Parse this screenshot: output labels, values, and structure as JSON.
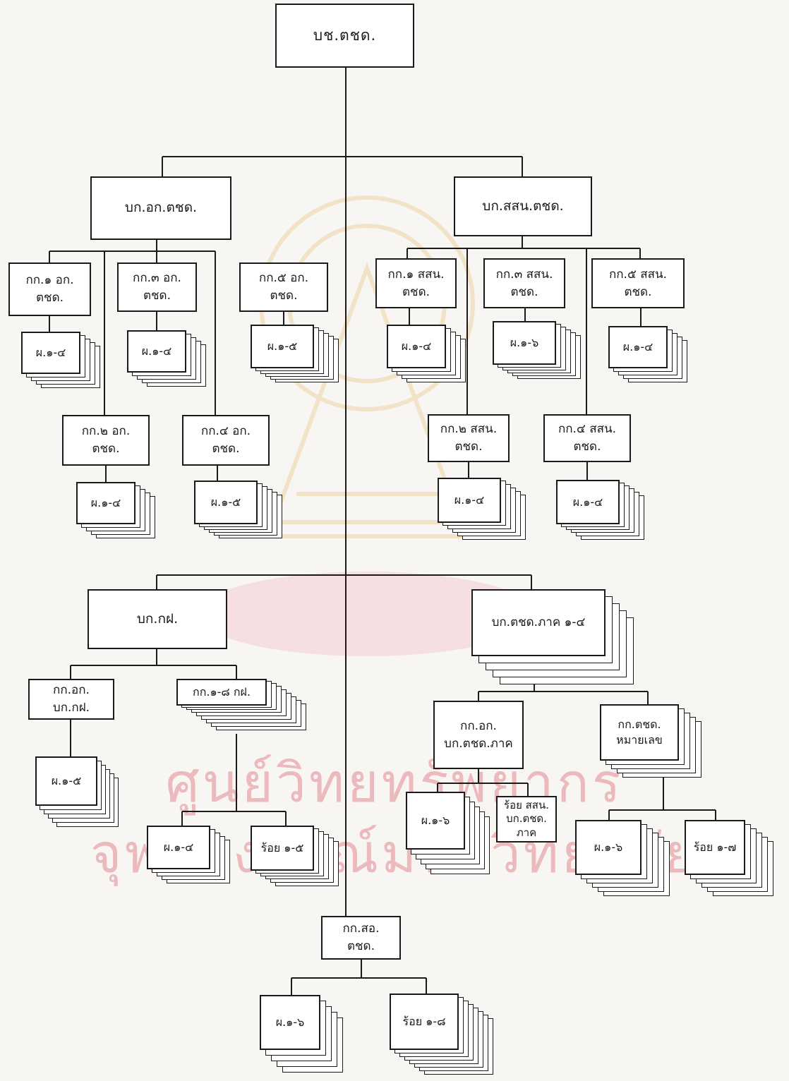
{
  "watermark": {
    "line1": "ศูนย์วิทยทรัพยากร",
    "line2": "จุฬาลงกรณ์มหาวิทยาลัย",
    "color": "#ecb9bd",
    "emblem_color": "#f2e3c8"
  },
  "units": [
    {
      "id": "root",
      "label": "บช.ตชด."
    },
    {
      "id": "bk_ok",
      "label": "บก.อก.ตชด."
    },
    {
      "id": "bk_ssn",
      "label": "บก.สสน.ตชด."
    },
    {
      "id": "kk1_ok",
      "label": "กก.๑ อก.\nตชด."
    },
    {
      "id": "kk3_ok",
      "label": "กก.๓ อก.\nตชด."
    },
    {
      "id": "kk5_ok",
      "label": "กก.๕ อก.\nตชด."
    },
    {
      "id": "kk2_ok",
      "label": "กก.๒ อก.\nตชด."
    },
    {
      "id": "kk4_ok",
      "label": "กก.๔ อก.\nตชด."
    },
    {
      "id": "kk1_ssn",
      "label": "กก.๑ สสน.\nตชด."
    },
    {
      "id": "kk3_ssn",
      "label": "กก.๓ สสน.\nตชด."
    },
    {
      "id": "kk5_ssn",
      "label": "กก.๕ สสน.\nตชด."
    },
    {
      "id": "kk2_ssn",
      "label": "กก.๒ สสน.\nตชด."
    },
    {
      "id": "kk4_ssn",
      "label": "กก.๔ สสน.\nตชด."
    },
    {
      "id": "bk_kf",
      "label": "บก.กฝ."
    },
    {
      "id": "kk_ok_kf",
      "label": "กก.อก.\nบก.กฝ."
    },
    {
      "id": "bk_region",
      "label": "บก.ตชด.ภาค ๑-๔"
    },
    {
      "id": "kk_ok_region",
      "label": "กก.อก.\nบก.ตชด.ภาค"
    },
    {
      "id": "kk_tcd_unit",
      "label": "กก.ตชด.\nหมายเลข"
    },
    {
      "id": "kk_so",
      "label": "กก.สอ.\nตชด."
    }
  ],
  "stacks": [
    {
      "id": "s_kk1_ok",
      "label": "ผ.๑-๔"
    },
    {
      "id": "s_kk3_ok",
      "label": "ผ.๑-๔"
    },
    {
      "id": "s_kk5_ok",
      "label": "ผ.๑-๕"
    },
    {
      "id": "s_kk2_ok",
      "label": "ผ.๑-๔"
    },
    {
      "id": "s_kk4_ok",
      "label": "ผ.๑-๕"
    },
    {
      "id": "s_kk1_ssn",
      "label": "ผ.๑-๔"
    },
    {
      "id": "s_kk3_ssn",
      "label": "ผ.๑-๖"
    },
    {
      "id": "s_kk5_ssn",
      "label": "ผ.๑-๔"
    },
    {
      "id": "s_kk2_ssn",
      "label": "ผ.๑-๔"
    },
    {
      "id": "s_kk4_ssn",
      "label": "ผ.๑-๔"
    },
    {
      "id": "s_kk_ok_kf",
      "label": "ผ.๑-๕"
    },
    {
      "id": "s_kk_kf",
      "label": "กก.๑-๘ กฝ."
    },
    {
      "id": "s_kf_p",
      "label": "ผ.๑-๔"
    },
    {
      "id": "s_kf_roi",
      "label": "ร้อย ๑-๕"
    },
    {
      "id": "s_reg_ok_p",
      "label": "ผ.๑-๖"
    },
    {
      "id": "s_reg_roi_ssn",
      "label": "ร้อย สสน.\nบก.ตชด.\nภาค"
    },
    {
      "id": "s_tcd_p",
      "label": "ผ.๑-๖"
    },
    {
      "id": "s_tcd_roi",
      "label": "ร้อย ๑-๗"
    },
    {
      "id": "s_so_p",
      "label": "ผ.๑-๖"
    },
    {
      "id": "s_so_roi",
      "label": "ร้อย ๑-๘"
    }
  ]
}
